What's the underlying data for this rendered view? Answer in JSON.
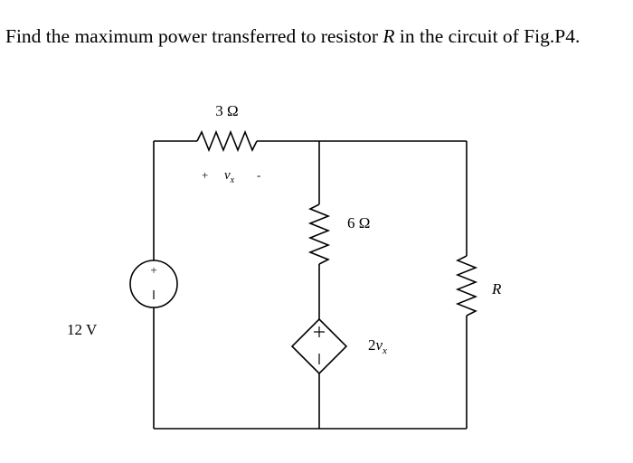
{
  "question": {
    "prefix": "Find the maximum power transferred to resistor",
    "variable": "R",
    "suffix": "in the circuit of Fig.P4."
  },
  "circuit": {
    "source": {
      "label": "12 V",
      "plus": "+",
      "minus": "-"
    },
    "resistor_3": {
      "label": "3 Ω"
    },
    "vx": {
      "plus": "+",
      "var": "v",
      "sub": "x",
      "minus": "-"
    },
    "resistor_6": {
      "label": "6 Ω"
    },
    "dependent_source": {
      "coef": "2",
      "var": "v",
      "sub": "x",
      "plus": "+",
      "minus": "-"
    },
    "load": {
      "label": "R"
    }
  }
}
